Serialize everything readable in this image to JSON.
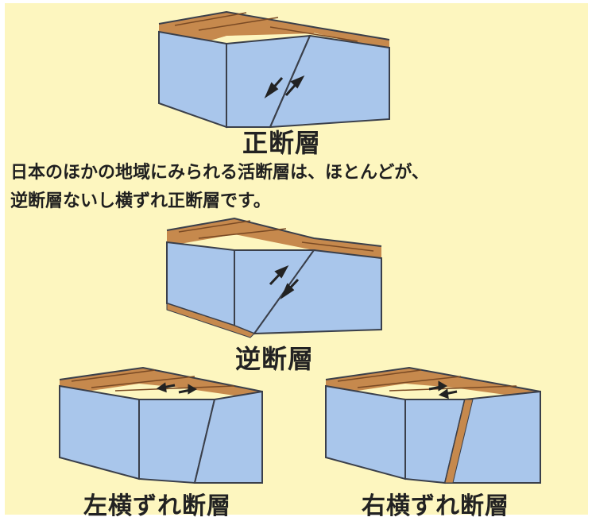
{
  "labels": {
    "normal": "正断層",
    "reverse": "逆断層",
    "left_lateral": "左横ずれ断層",
    "right_lateral": "右横ずれ断層"
  },
  "caption": {
    "line1": "日本のほかの地域にみられる活断層は、ほとんどが、",
    "line2": "逆断層ないし横ずれ正断層です。"
  },
  "colors": {
    "background": "#fdf6bf",
    "block_face": "#a9c6eb",
    "block_top": "#c6894d",
    "outline": "#3a3f4a"
  },
  "icons": {
    "slip_arrow": "double-headed-arrow"
  }
}
